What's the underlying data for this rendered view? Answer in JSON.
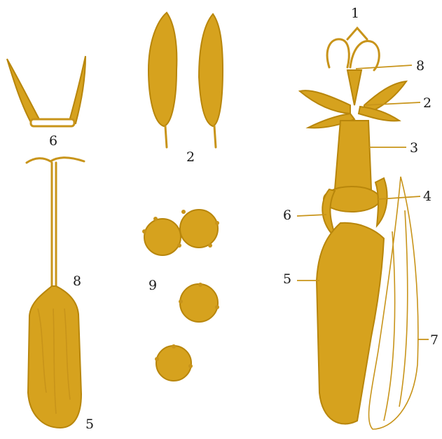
{
  "labels": {
    "fig6_left": "6",
    "fig2_top": "2",
    "fig8_left": "8",
    "fig5_left": "5",
    "fig9": "9",
    "flower_1": "1",
    "flower_8": "8",
    "flower_2": "2",
    "flower_3": "3",
    "flower_4": "4",
    "flower_6": "6",
    "flower_5": "5",
    "flower_7": "7"
  },
  "colors": {
    "ink": "#c8941a",
    "background": "#ffffff"
  }
}
